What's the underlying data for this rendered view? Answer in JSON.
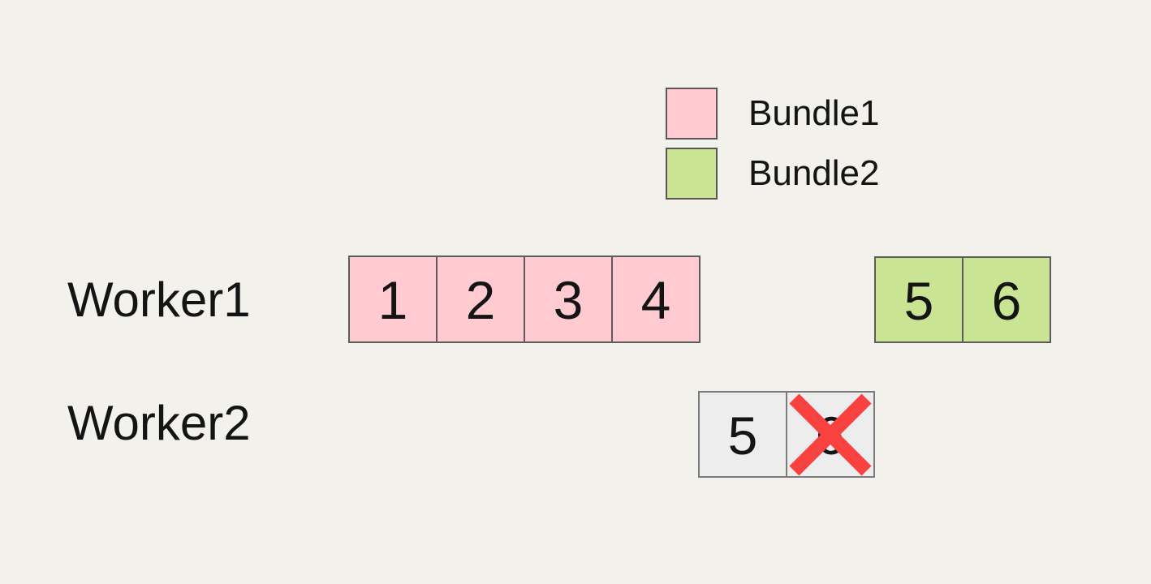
{
  "colors": {
    "background": "#F3F1EC",
    "text": "#141414",
    "box_border": "#5C5C5C",
    "gray_box_border": "#7B7B7B",
    "bundle1_fill": "#FFCBD1",
    "bundle2_fill": "#C9E493",
    "inactive_fill": "#EDEDED",
    "cross_red": "#F8423F"
  },
  "legend": {
    "items": [
      {
        "label": "Bundle1",
        "color": "#FFCBD1"
      },
      {
        "label": "Bundle2",
        "color": "#C9E493"
      }
    ]
  },
  "workers": [
    {
      "label": "Worker1",
      "bundles": [
        {
          "fill": "#FFCBD1",
          "items": [
            "1",
            "2",
            "3",
            "4"
          ],
          "crossed": []
        },
        {
          "fill": "#C9E493",
          "items": [
            "5",
            "6"
          ],
          "crossed": []
        }
      ]
    },
    {
      "label": "Worker2",
      "bundles": [
        {
          "fill": "#EDEDED",
          "items": [
            "5",
            "6"
          ],
          "crossed": [
            1
          ]
        }
      ]
    }
  ]
}
